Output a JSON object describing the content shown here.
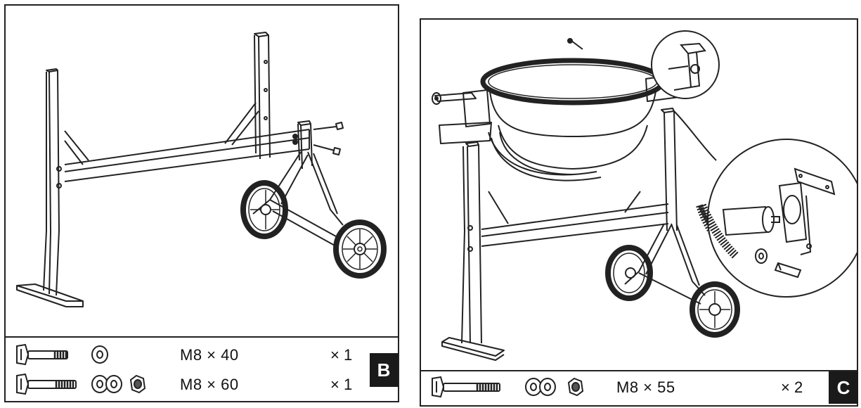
{
  "panels": [
    {
      "step": "B",
      "hardware": [
        {
          "spec": "M8 × 40",
          "qty": "× 1",
          "parts": [
            "bolt-icon",
            "washer-icon"
          ]
        },
        {
          "spec": "M8 × 60",
          "qty": "× 1",
          "parts": [
            "bolt-icon",
            "spring-washer-icon",
            "washer-icon",
            "nut-icon"
          ]
        }
      ]
    },
    {
      "step": "C",
      "hardware": [
        {
          "spec": "M8 × 55",
          "qty": "× 2",
          "parts": [
            "bolt-icon",
            "spring-washer-icon",
            "washer-icon",
            "nut-icon"
          ]
        }
      ]
    }
  ]
}
